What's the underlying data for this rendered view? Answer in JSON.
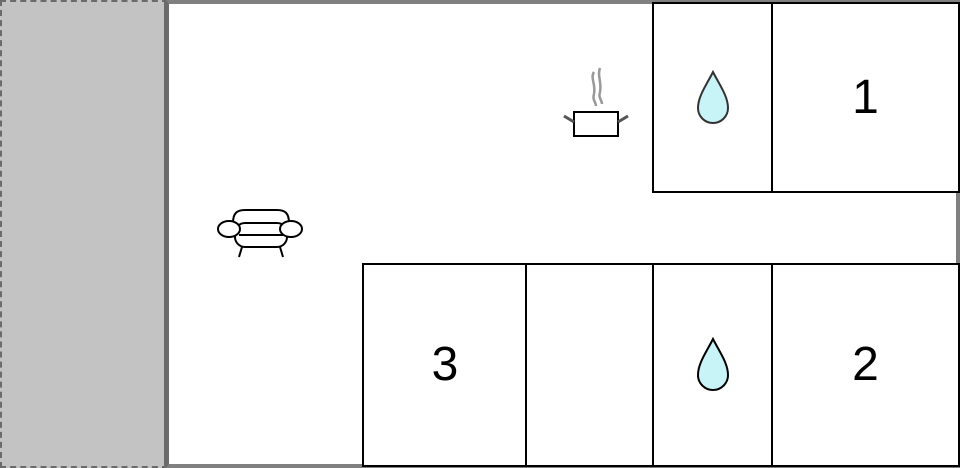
{
  "floorplan": {
    "areas": {
      "terrace": {
        "label": "",
        "fill": "#c3c3c3"
      },
      "living": {
        "icon": "sofa-icon"
      },
      "kitchen": {
        "icon": "cooking-pot-icon"
      }
    },
    "rooms": [
      {
        "id": "bedroom-1",
        "number": "1"
      },
      {
        "id": "bedroom-2",
        "number": "2"
      },
      {
        "id": "bedroom-3",
        "number": "3"
      },
      {
        "id": "bathroom-top",
        "icon": "water-drop-icon"
      },
      {
        "id": "bathroom-bottom",
        "icon": "water-drop-icon"
      },
      {
        "id": "hallway-closet",
        "label": ""
      }
    ],
    "colors": {
      "water": "#c8f4f8",
      "wall": "#000000",
      "outer_wall": "#808080",
      "terrace": "#c3c3c3"
    }
  }
}
